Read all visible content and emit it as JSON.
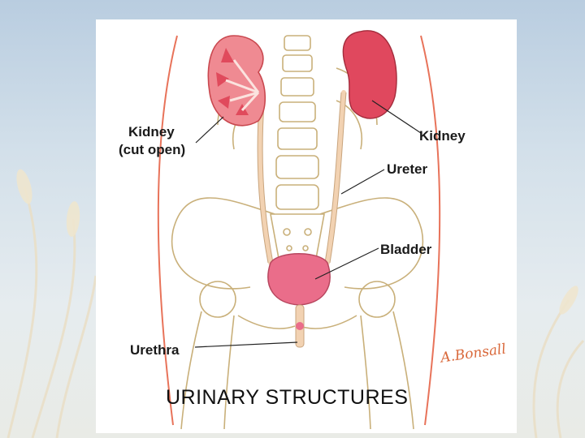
{
  "diagram": {
    "labels": {
      "kidney_cut_open_line1": "Kidney",
      "kidney_cut_open_line2": "(cut open)",
      "kidney": "Kidney",
      "ureter": "Ureter",
      "bladder": "Bladder",
      "urethra": "Urethra"
    },
    "title": "URINARY STRUCTURES",
    "signature": "A.Bonsall"
  },
  "colors": {
    "kidney": "#e0485e",
    "kidney_cut": "#ef8a92",
    "bladder": "#ea6d8a",
    "ureter": "#f2d2b2",
    "skeleton_line": "#c9b07a",
    "leader_line": "#222222"
  }
}
